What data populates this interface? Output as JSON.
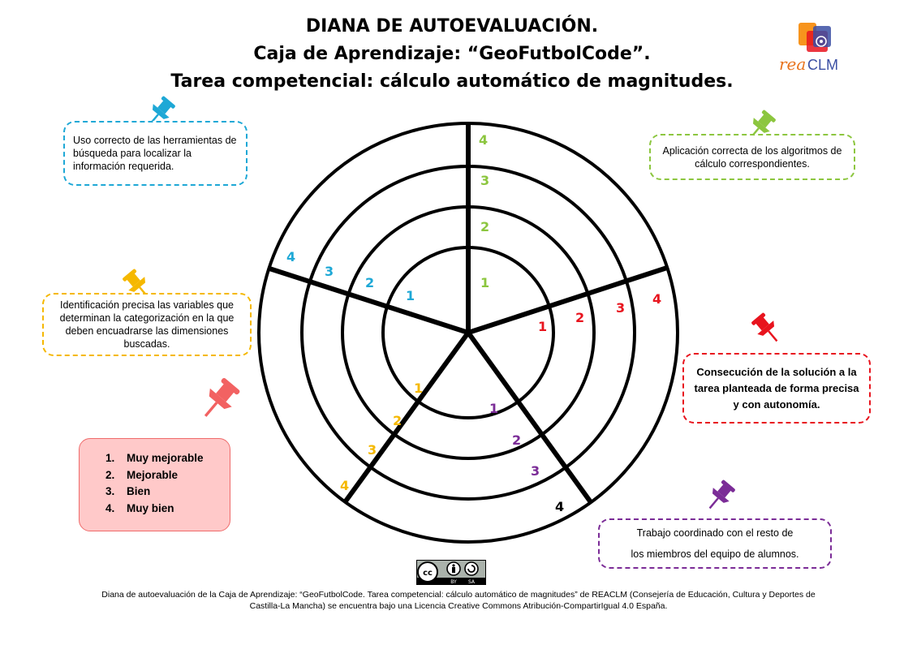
{
  "title": {
    "line1": "DIANA DE AUTOEVALUACIÓN.",
    "line2": "Caja de Aprendizaje: “GeoFutbolCode”.",
    "line3": "Tarea competencial: cálculo automático de magnitudes."
  },
  "logo": {
    "text": "reaCLM",
    "icon": "reaclm-logo-icon"
  },
  "criteria": {
    "blue": "Uso correcto de las herramientas de búsqueda para localizar la información requerida.",
    "green": "Aplicación correcta de los algoritmos de cálculo correspondientes.",
    "yellow": "Identificación precisa las variables que determinan la categorización en la que deben encuadrarse las dimensiones buscadas.",
    "red": "Consecución de la solución a la tarea planteada de forma precisa y con autonomía.",
    "purple_line1": "Trabajo coordinado con el resto de",
    "purple_line2": "los miembros del equipo de alumnos."
  },
  "legend": [
    {
      "num": "1.",
      "label": "Muy mejorable"
    },
    {
      "num": "2.",
      "label": "Mejorable"
    },
    {
      "num": "3.",
      "label": "Bien"
    },
    {
      "num": "4.",
      "label": "Muy bien"
    }
  ],
  "scale_labels": {
    "green": [
      "1",
      "2",
      "3",
      "4"
    ],
    "red": [
      "1",
      "2",
      "3",
      "4"
    ],
    "purple": [
      "1",
      "2",
      "3",
      "4"
    ],
    "yellow": [
      "1",
      "2",
      "3",
      "4"
    ],
    "blue": [
      "1",
      "2",
      "3",
      "4"
    ]
  },
  "colors": {
    "blue": "#1ea8d6",
    "green": "#8cc63f",
    "yellow": "#f5b800",
    "red": "#e8141e",
    "purple": "#7b2c97",
    "black": "#000000"
  },
  "cc_badge": {
    "cc": "cc",
    "by": "BY",
    "sa": "SA"
  },
  "footer": {
    "line1": "Diana de autoevaluación de la Caja de Aprendizaje: “GeoFutbolCode. Tarea competencial: cálculo automático de magnitudes” de REACLM (Consejería de Educación, Cultura y Deportes de",
    "line2": "Castilla-La Mancha) se encuentra bajo una Licencia Creative Commons Atribución-CompartirIgual 4.0 España."
  }
}
